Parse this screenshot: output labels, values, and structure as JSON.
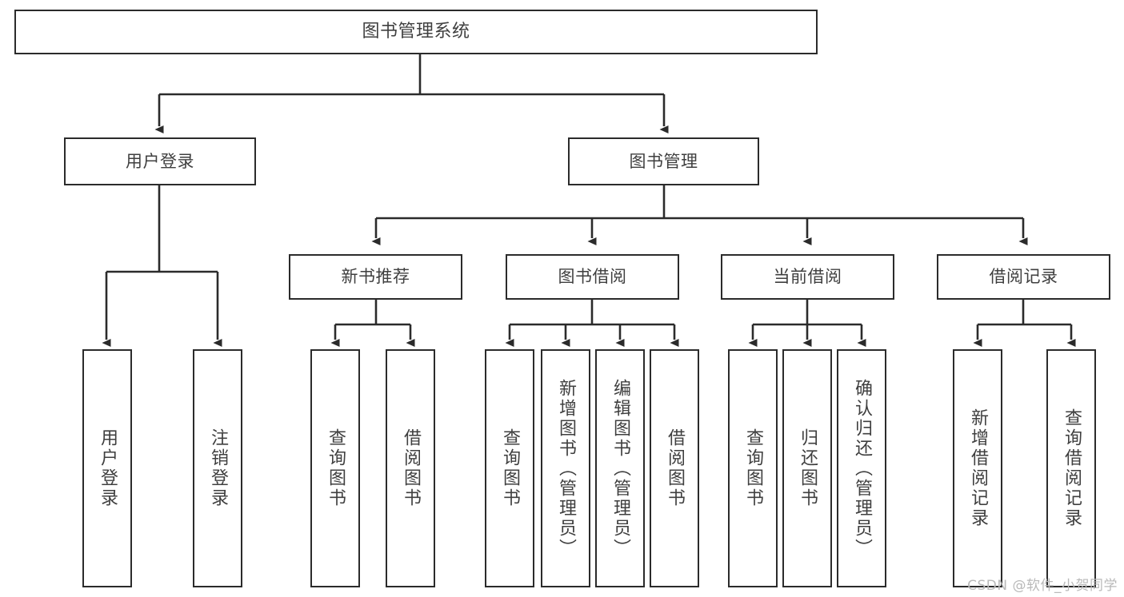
{
  "diagram": {
    "title": "图书管理系统",
    "type": "tree",
    "orientation": "top-down",
    "colors": {
      "node_border": "#2b2b2b",
      "node_fill": "#ffffff",
      "edge": "#2b2b2b",
      "text": "#3f3f3f",
      "watermark": "#b9b9b9",
      "background": "#ffffff"
    }
  },
  "watermark": {
    "text": "CSDN @软件_小贺同学"
  },
  "nodes": {
    "root": {
      "label": "图书管理系统"
    },
    "level1": [
      {
        "label": "用户登录"
      },
      {
        "label": "图书管理"
      }
    ],
    "level2": [
      {
        "label": "新书推荐"
      },
      {
        "label": "图书借阅"
      },
      {
        "label": "当前借阅"
      },
      {
        "label": "借阅记录"
      }
    ],
    "leaves": {
      "user_login": [
        {
          "label": "用户登录"
        },
        {
          "label": "注销登录"
        }
      ],
      "new_book_recommend": [
        {
          "label": "查询图书"
        },
        {
          "label": "借阅图书"
        }
      ],
      "book_borrow": [
        {
          "label": "查询图书"
        },
        {
          "label": "新增图书（管理员）"
        },
        {
          "label": "编辑图书（管理员）"
        },
        {
          "label": "借阅图书"
        }
      ],
      "current_borrow": [
        {
          "label": "查询图书"
        },
        {
          "label": "归还图书"
        },
        {
          "label": "确认归还（管理员）"
        }
      ],
      "borrow_record": [
        {
          "label": "新增借阅记录"
        },
        {
          "label": "查询借阅记录"
        }
      ]
    }
  },
  "tree_structure": {
    "图书管理系统": {
      "用户登录": [
        "用户登录",
        "注销登录"
      ],
      "图书管理": {
        "新书推荐": [
          "查询图书",
          "借阅图书"
        ],
        "图书借阅": [
          "查询图书",
          "新增图书（管理员）",
          "编辑图书（管理员）",
          "借阅图书"
        ],
        "当前借阅": [
          "查询图书",
          "归还图书",
          "确认归还（管理员）"
        ],
        "借阅记录": [
          "新增借阅记录",
          "查询借阅记录"
        ]
      }
    }
  }
}
